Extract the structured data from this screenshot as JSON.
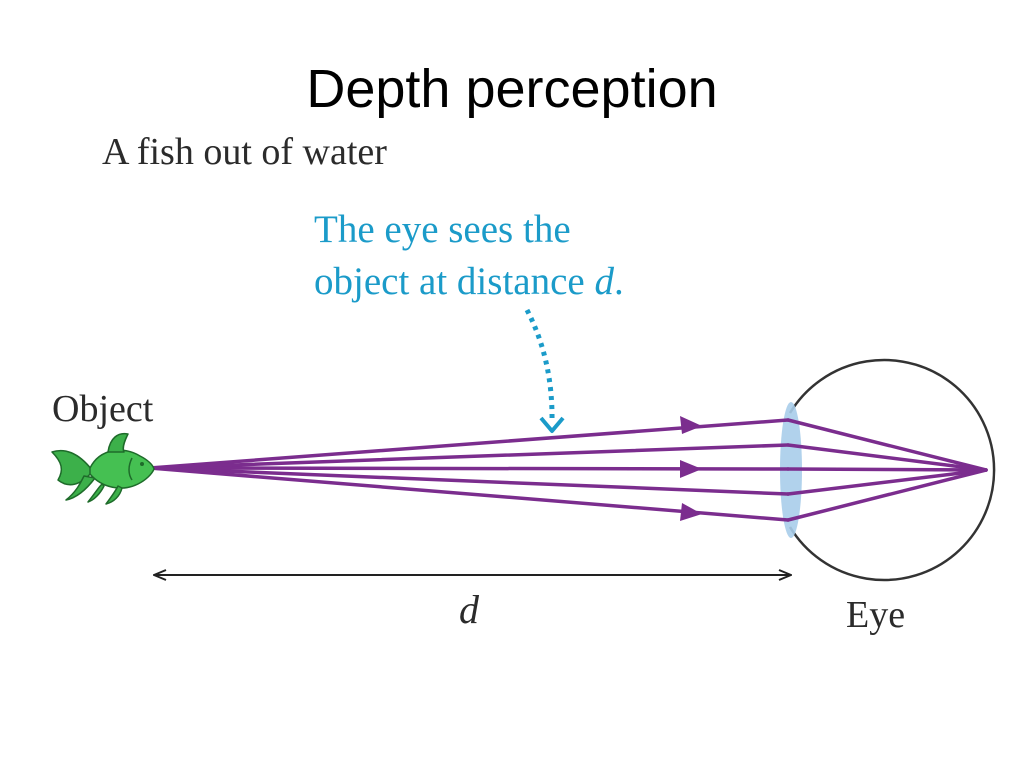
{
  "title": "Depth perception",
  "subtitle": "A fish out of water",
  "callout": {
    "line1": "The eye sees the",
    "line2_prefix": "object at distance ",
    "line2_var": "d",
    "line2_suffix": "."
  },
  "labels": {
    "object": "Object",
    "eye": "Eye",
    "distance": "d"
  },
  "colors": {
    "ray": "#7b2d8e",
    "callout": "#1b9bc9",
    "lens": "#a9cdea",
    "fish": "#3cb04a",
    "fish_outline": "#1e6b2a",
    "eyeball": "#333333"
  },
  "icons": {
    "object": "goldfish-icon",
    "eye": "eyeball-icon",
    "lens": "lens-icon"
  }
}
